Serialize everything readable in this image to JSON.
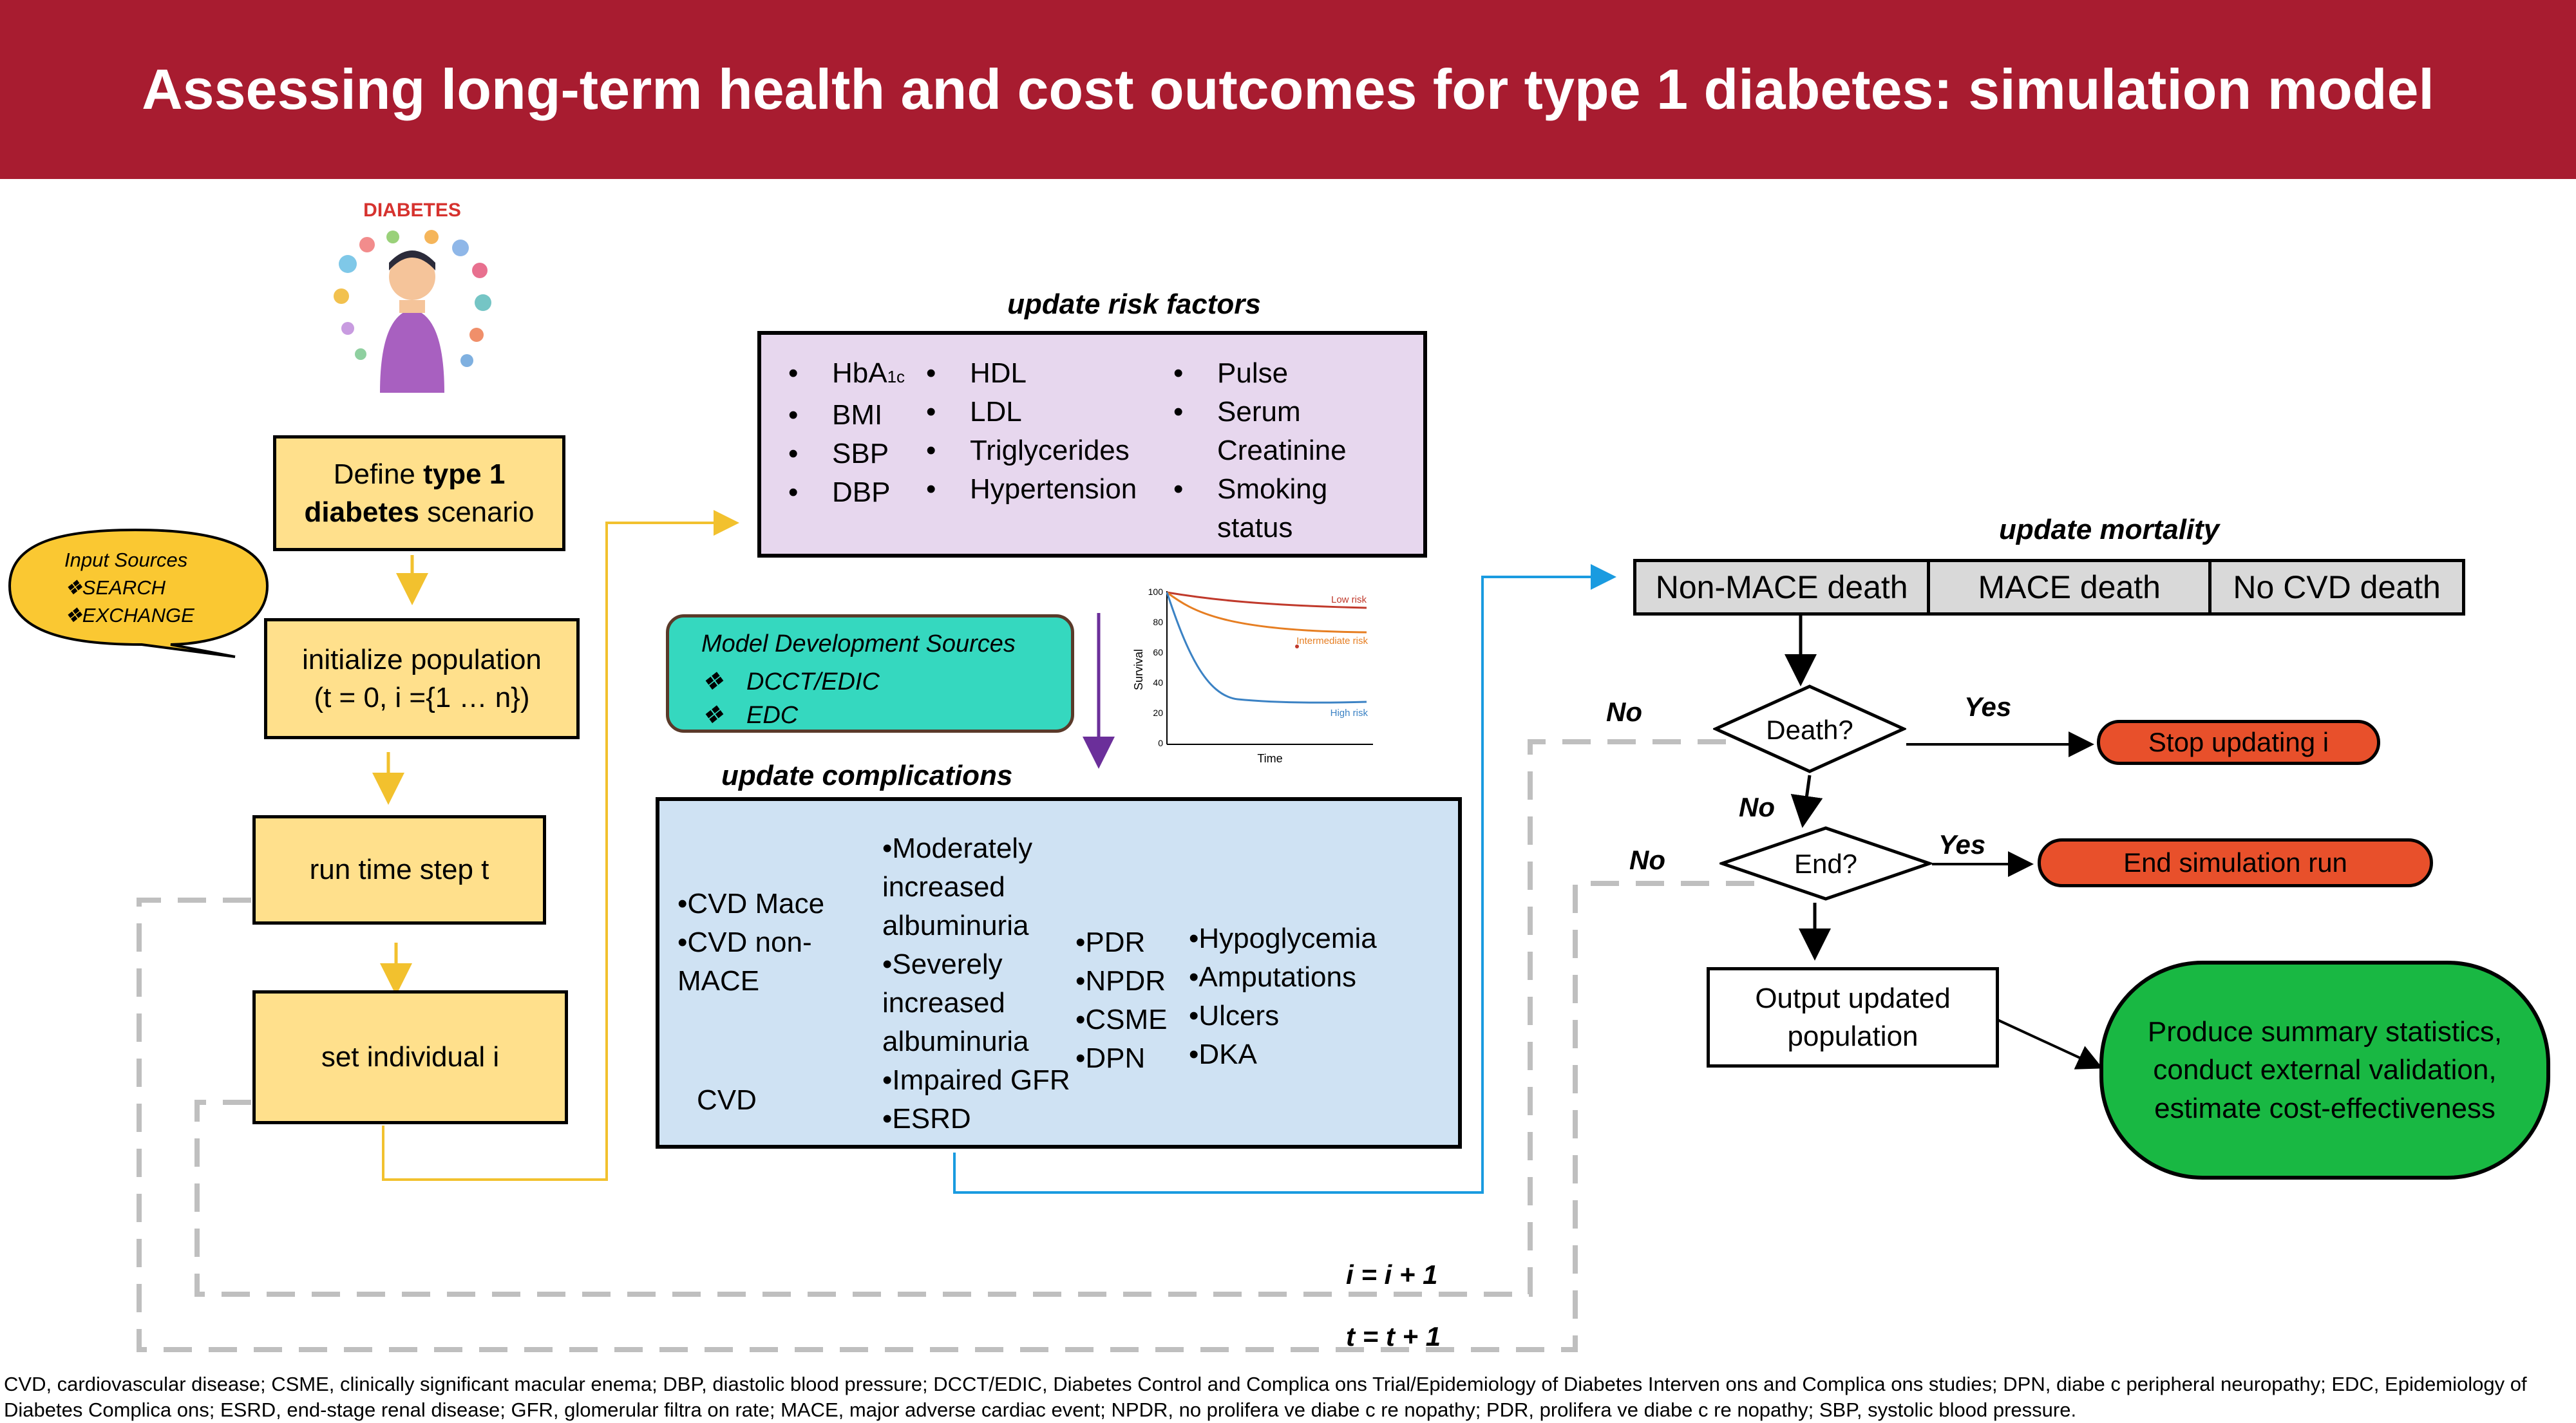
{
  "title": "Assessing long-term health and cost outcomes for type 1 diabetes: simulation model",
  "illustration": {
    "label": "DIABETES"
  },
  "input_sources": {
    "title": "Input Sources",
    "items": [
      "❖SEARCH",
      "❖EXCHANGE"
    ]
  },
  "flow": {
    "define_scenario": {
      "pre": "Define ",
      "bold": "type 1 diabetes",
      "post": " scenario"
    },
    "initialize": {
      "line1": "initialize population",
      "line2": "(t = 0, i ={1 … n})"
    },
    "run_time_step": "run time step t",
    "set_individual": "set individual i"
  },
  "risk_factors": {
    "title": "update risk factors",
    "col1": [
      "HbA1c",
      "BMI",
      "SBP",
      "DBP"
    ],
    "col2": [
      "HDL",
      "LDL",
      "Triglycerides",
      "Hypertension"
    ],
    "col3": [
      "Pulse",
      "Serum Creatinine",
      "Smoking status"
    ]
  },
  "model_sources": {
    "title": "Model Development Sources",
    "items": [
      "DCCT/EDIC",
      "EDC"
    ]
  },
  "survival_chart": {
    "ylabel": "Survival",
    "xlabel": "Time",
    "yticks": [
      "100",
      "80",
      "60",
      "40",
      "20",
      "0"
    ],
    "curves": [
      "Low risk",
      "Intermediate risk",
      "High risk"
    ],
    "colors": {
      "low": "#c0392b",
      "intermediate": "#e67e22",
      "high": "#3b82c4"
    }
  },
  "complications": {
    "title": "update complications",
    "col1": [
      "•CVD Mace",
      "•CVD non-MACE"
    ],
    "col1_result": "CVD",
    "col2": [
      "•Moderately increased albuminuria",
      "•Severely increased albuminuria",
      "•Impaired GFR",
      "•ESRD"
    ],
    "col3": [
      "•PDR",
      "•NPDR",
      "•CSME",
      "•DPN"
    ],
    "col4": [
      "•Hypoglycemia",
      "•Amputations",
      "•Ulcers",
      "•DKA"
    ]
  },
  "mortality": {
    "title": "update mortality",
    "cells": [
      "Non-MACE death",
      "MACE death",
      "No CVD death"
    ]
  },
  "decisions": {
    "death": "Death?",
    "end": "End?",
    "yes": "Yes",
    "no": "No"
  },
  "terminals": {
    "stop_updating": "Stop updating i",
    "end_run": "End simulation run"
  },
  "output": "Output updated population",
  "summary": "Produce summary statistics, conduct external validation, estimate cost-effectiveness",
  "loops": {
    "i_loop": "i = i + 1",
    "t_loop": "t = t + 1"
  },
  "footnote": "CVD, cardiovascular disease; CSME, clinically significant macular enema; DBP, diastolic blood pressure; DCCT/EDIC, Diabetes Control and Complica ons Trial/Epidemiology of Diabetes Interven ons and Complica ons studies; DPN, diabe c peripheral neuropathy; EDC, Epidemiology of Diabetes Complica ons; ESRD, end-stage renal disease; GFR, glomerular filtra on rate; MACE, major adverse cardiac event; NPDR, no prolifera ve diabe c re nopathy; PDR, prolifera ve diabe c re nopathy; SBP, systolic blood pressure.",
  "colors": {
    "header": "#a81c30",
    "flow_yellow": "#ffe08c",
    "risk_purple": "#e7d7ee",
    "complications_blue": "#cfe2f3",
    "sources_teal": "#35d8bf",
    "terminal_orange": "#e8502b",
    "summary_green": "#19b843",
    "callout_yellow": "#fac832"
  }
}
